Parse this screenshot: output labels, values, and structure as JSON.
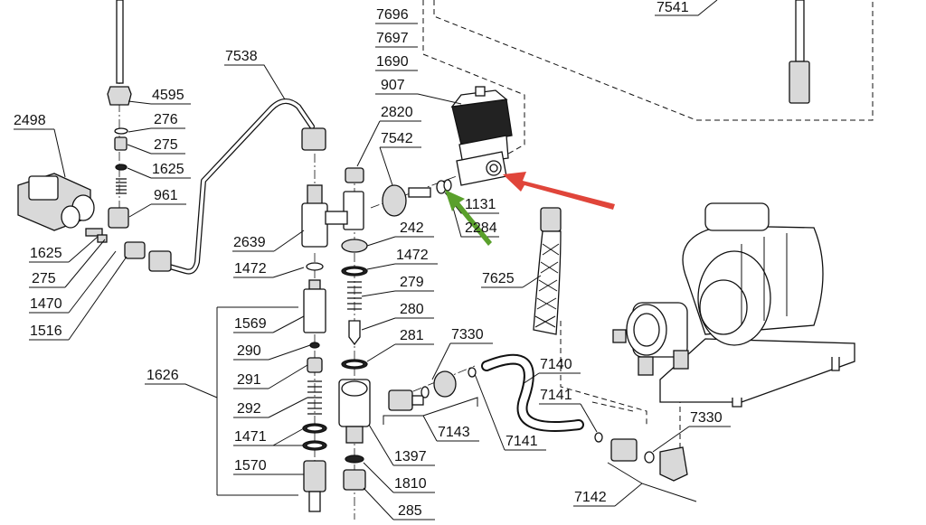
{
  "labels": [
    {
      "id": "7696",
      "text": "7696"
    },
    {
      "id": "7697",
      "text": "7697"
    },
    {
      "id": "1690",
      "text": "1690"
    },
    {
      "id": "907",
      "text": "907"
    },
    {
      "id": "7541",
      "text": "7541"
    },
    {
      "id": "7538",
      "text": "7538"
    },
    {
      "id": "4595",
      "text": "4595"
    },
    {
      "id": "276",
      "text": "276"
    },
    {
      "id": "275a",
      "text": "275"
    },
    {
      "id": "1625a",
      "text": "1625"
    },
    {
      "id": "961",
      "text": "961"
    },
    {
      "id": "2498",
      "text": "2498"
    },
    {
      "id": "2820",
      "text": "2820"
    },
    {
      "id": "7542",
      "text": "7542"
    },
    {
      "id": "1131",
      "text": "1131"
    },
    {
      "id": "2284",
      "text": "2284"
    },
    {
      "id": "2639",
      "text": "2639"
    },
    {
      "id": "242",
      "text": "242"
    },
    {
      "id": "1472a",
      "text": "1472"
    },
    {
      "id": "1472b",
      "text": "1472"
    },
    {
      "id": "279",
      "text": "279"
    },
    {
      "id": "280",
      "text": "280"
    },
    {
      "id": "281",
      "text": "281"
    },
    {
      "id": "7625",
      "text": "7625"
    },
    {
      "id": "1625b",
      "text": "1625"
    },
    {
      "id": "275b",
      "text": "275"
    },
    {
      "id": "1470",
      "text": "1470"
    },
    {
      "id": "1516",
      "text": "1516"
    },
    {
      "id": "1569",
      "text": "1569"
    },
    {
      "id": "290",
      "text": "290"
    },
    {
      "id": "291",
      "text": "291"
    },
    {
      "id": "292",
      "text": "292"
    },
    {
      "id": "1626",
      "text": "1626"
    },
    {
      "id": "1471",
      "text": "1471"
    },
    {
      "id": "1570",
      "text": "1570"
    },
    {
      "id": "7330a",
      "text": "7330"
    },
    {
      "id": "7143",
      "text": "7143"
    },
    {
      "id": "7140",
      "text": "7140"
    },
    {
      "id": "7141a",
      "text": "7141"
    },
    {
      "id": "7141b",
      "text": "7141"
    },
    {
      "id": "1397",
      "text": "1397"
    },
    {
      "id": "1810",
      "text": "1810"
    },
    {
      "id": "285",
      "text": "285"
    },
    {
      "id": "7330b",
      "text": "7330"
    },
    {
      "id": "7142",
      "text": "7142"
    }
  ],
  "colors": {
    "line": "#111111",
    "arrow_red": "#e0453a",
    "arrow_green": "#5aa02c"
  }
}
